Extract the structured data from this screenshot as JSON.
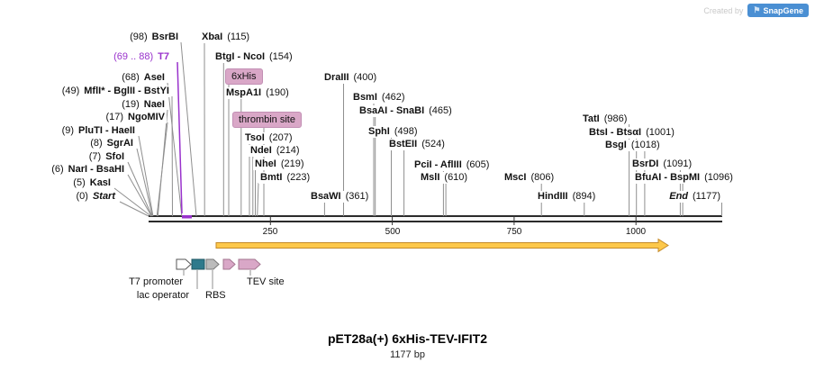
{
  "watermark": {
    "prefix": "Created by",
    "brand": "SnapGene"
  },
  "title": {
    "plasmid": "pET28a(+) 6xHis-TEV-IFIT2",
    "length": "1177 bp"
  },
  "ruler": {
    "ticks": [
      "250",
      "500",
      "750",
      "1000"
    ]
  },
  "sites": [
    {
      "num": "(98)",
      "name": "BsrBI"
    },
    {
      "name": "XbaI",
      "num": "(115)"
    },
    {
      "num": "(69 .. 88)",
      "name": "T7"
    },
    {
      "name": "BtgI - NcoI",
      "num": "(154)"
    },
    {
      "num": "(68)",
      "name": "AseI"
    },
    {
      "name": "DraIII",
      "num": "(400)"
    },
    {
      "num": "(49)",
      "name": "MflI* - BglII - BstYI"
    },
    {
      "name": "MspA1I",
      "num": "(190)"
    },
    {
      "name": "BsmI",
      "num": "(462)"
    },
    {
      "num": "(19)",
      "name": "NaeI"
    },
    {
      "name": "BsaAI - SnaBI",
      "num": "(465)"
    },
    {
      "num": "(17)",
      "name": "NgoMIV"
    },
    {
      "name": "TatI",
      "num": "(986)"
    },
    {
      "num": "(9)",
      "name": "PluTI - HaeII"
    },
    {
      "name": "SphI",
      "num": "(498)"
    },
    {
      "name": "BtsI - BtsαI",
      "num": "(1001)"
    },
    {
      "name": "TsoI",
      "num": "(207)"
    },
    {
      "num": "(8)",
      "name": "SgrAI"
    },
    {
      "name": "BstEII",
      "num": "(524)"
    },
    {
      "name": "BsgI",
      "num": "(1018)"
    },
    {
      "name": "NdeI",
      "num": "(214)"
    },
    {
      "num": "(7)",
      "name": "SfoI"
    },
    {
      "name": "NheI",
      "num": "(219)"
    },
    {
      "num": "(6)",
      "name": "NarI - BsaHI"
    },
    {
      "name": "PciI - AflIII",
      "num": "(605)"
    },
    {
      "name": "BsrDI",
      "num": "(1091)"
    },
    {
      "name": "BmtI",
      "num": "(223)"
    },
    {
      "num": "(5)",
      "name": "KasI"
    },
    {
      "name": "MslI",
      "num": "(610)"
    },
    {
      "name": "MscI",
      "num": "(806)"
    },
    {
      "name": "BfuAI - BspMI",
      "num": "(1096)"
    },
    {
      "num": "(0)",
      "name": "Start"
    },
    {
      "name": "BsaWI",
      "num": "(361)"
    },
    {
      "name": "HindIII",
      "num": "(894)"
    },
    {
      "name": "End",
      "num": "(1177)"
    }
  ],
  "tags": {
    "his": "6xHis",
    "thrombin": "thrombin site"
  },
  "feature_labels": {
    "t7_promoter": "T7 promoter",
    "lac_operator": "lac operator",
    "rbs": "RBS",
    "tev_site": "TEV site"
  },
  "colors": {
    "t7_purple": "#9932cc",
    "tag_pink": "#d9a7c7",
    "gene_fill": "#fdc84a",
    "gene_stroke": "#c48a28",
    "operator_teal": "#2e7a8c",
    "rbs_gray": "#bbbbbb",
    "promoter_white": "#ffffff",
    "brand_blue": "#4a8fd3",
    "leader_gray": "#8f8f8f"
  }
}
